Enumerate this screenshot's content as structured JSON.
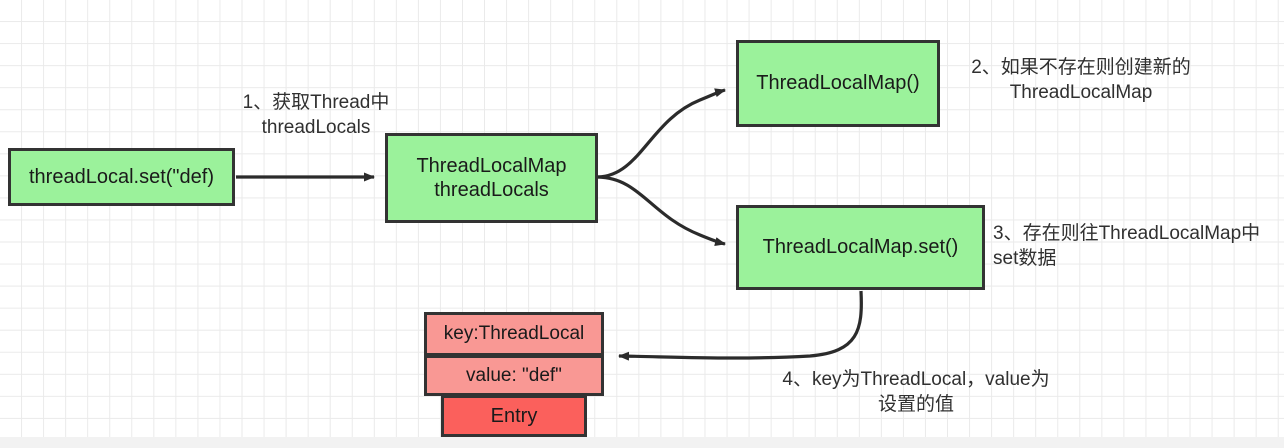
{
  "diagram": {
    "title": "ThreadLocal set flow",
    "colors": {
      "green_fill": "#9bf29b",
      "pink_fill": "#f99894",
      "red_fill": "#fb605c",
      "stroke": "#333333",
      "grid": "#eaeaea",
      "background": "#ffffff"
    },
    "nodes": [
      {
        "id": "threadlocal-set",
        "text": "threadLocal.set(\"def)",
        "fill": "green"
      },
      {
        "id": "threadlocalmap-field",
        "text": "ThreadLocalMap\nthreadLocals",
        "fill": "green"
      },
      {
        "id": "threadlocalmap-ctor",
        "text": "ThreadLocalMap()",
        "fill": "green"
      },
      {
        "id": "threadlocalmap-set",
        "text": "ThreadLocalMap.set()",
        "fill": "green"
      },
      {
        "id": "entry-key",
        "text": "key:ThreadLocal",
        "fill": "pink"
      },
      {
        "id": "entry-value",
        "text": "value: \"def\"",
        "fill": "pink"
      },
      {
        "id": "entry-label",
        "text": "Entry",
        "fill": "red"
      }
    ],
    "annotations": [
      {
        "id": "step-1",
        "text": "1、获取Thread中\nthreadLocals"
      },
      {
        "id": "step-2",
        "text": "2、如果不存在则创建新的\nThreadLocalMap"
      },
      {
        "id": "step-3",
        "text": "3、存在则往ThreadLocalMap中\nset数据"
      },
      {
        "id": "step-4",
        "text": "4、key为ThreadLocal，value为\n设置的值"
      }
    ]
  }
}
